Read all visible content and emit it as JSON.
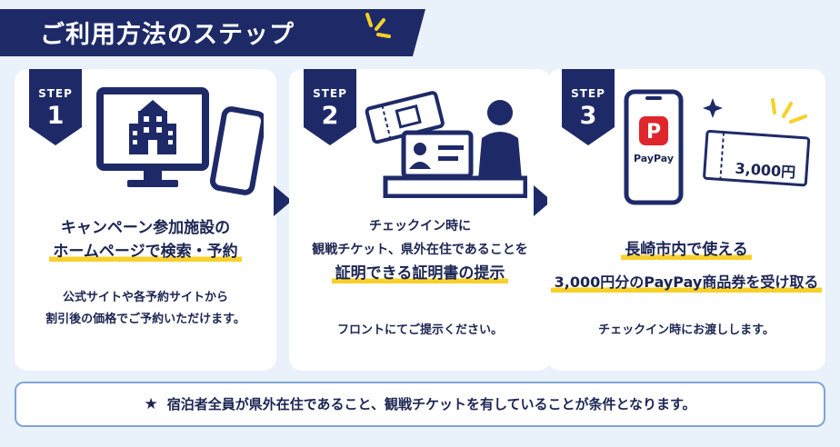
{
  "header": {
    "title": "ご利用方法のステップ"
  },
  "steps": [
    {
      "badge_label": "STEP",
      "badge_number": "1",
      "headline_1": "キャンペーン参加施設の",
      "headline_2": "ホームページで検索・予約",
      "detail_1": "公式サイトや各予約サイトから",
      "detail_2": "割引後の価格でご予約いただけます。"
    },
    {
      "badge_label": "STEP",
      "badge_number": "2",
      "headline_1": "チェックイン時に",
      "headline_2": "観戦チケット、県外在住であることを",
      "headline_3": "証明できる証明書の提示",
      "detail_1": "フロントにてご提示ください。"
    },
    {
      "badge_label": "STEP",
      "badge_number": "3",
      "app_label": "PayPay",
      "voucher_amount": "3,000円",
      "headline_1": "長崎市内で使える",
      "headline_2": "3,000円分のPayPay商品券を受け取る",
      "detail_1": "チェックイン時にお渡しします。"
    }
  ],
  "footer_note": {
    "star": "★",
    "text": "宿泊者全員が県外在住であること、観戦チケットを有していることが条件となります。"
  },
  "colors": {
    "navy": "#1e2a68",
    "background": "#e9f1fb",
    "highlight_yellow": "#f7d02a",
    "paypay_red": "#e0262d",
    "note_border": "#7ea4d6"
  },
  "icons": [
    "building-icon",
    "monitor-icon",
    "smartphone-icon",
    "ticket-icon",
    "id-card-icon",
    "reception-desk-icon",
    "person-icon",
    "paypay-logo-icon",
    "voucher-icon",
    "sparkle-icon",
    "arrow-right-icon",
    "star-icon"
  ]
}
